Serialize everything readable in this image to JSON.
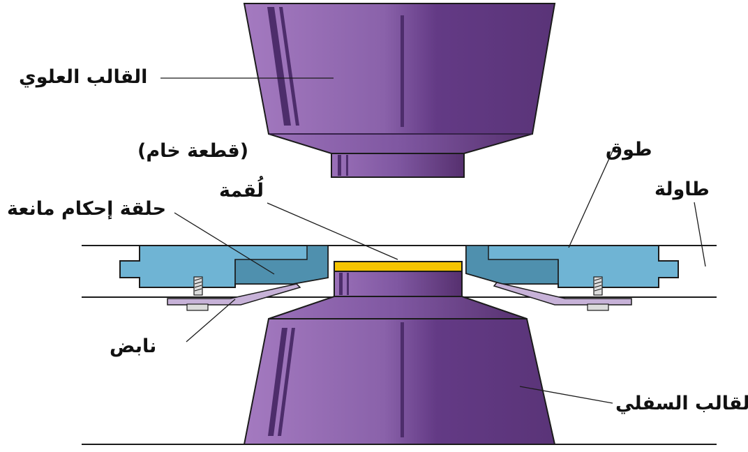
{
  "labels": {
    "upper_die": "القالب العلوي",
    "blank": "(قطعة خام)",
    "collar": "طوق",
    "table": "طاولة",
    "slug": "لُقمة",
    "retaining_ring": "حلقة إحكام مانعة",
    "spring": "نابض",
    "lower_die": "القالب السفلي"
  },
  "colors": {
    "die_light": "#a47ac0",
    "die_mid": "#7e56a0",
    "die_dark": "#5a3478",
    "die_stripe": "#4d2d6b",
    "plate_blue": "#6fb4d4",
    "plate_blue_dark": "#4f90ae",
    "slug_yellow": "#f5c400",
    "spring_violet": "#c7b2d8",
    "outline": "#1b1b1b"
  }
}
